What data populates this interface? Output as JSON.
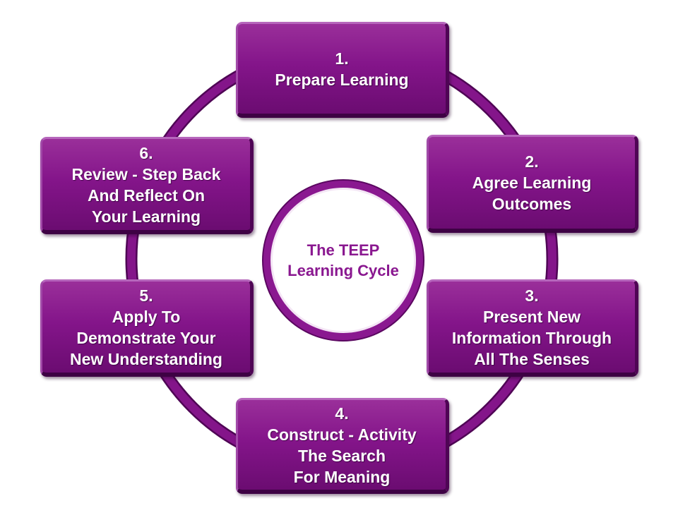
{
  "colors": {
    "primary_purple": "#84158a",
    "dark_purple": "#4f0555",
    "text_on_box": "#ffffff",
    "center_text": "#8a1890"
  },
  "center": {
    "line1": "The TEEP",
    "line2": "Learning Cycle"
  },
  "steps": [
    {
      "number": "1.",
      "lines": [
        "Prepare Learning"
      ]
    },
    {
      "number": "2.",
      "lines": [
        "Agree Learning",
        "Outcomes"
      ]
    },
    {
      "number": "3.",
      "lines": [
        "Present New",
        "Information Through",
        "All The Senses"
      ]
    },
    {
      "number": "4.",
      "lines": [
        "Construct - Activity",
        "The Search",
        "For Meaning"
      ]
    },
    {
      "number": "5.",
      "lines": [
        "Apply To",
        "Demonstrate Your",
        "New Understanding"
      ]
    },
    {
      "number": "6.",
      "lines": [
        "Review - Step Back",
        "And Reflect On",
        "Your Learning"
      ]
    }
  ]
}
